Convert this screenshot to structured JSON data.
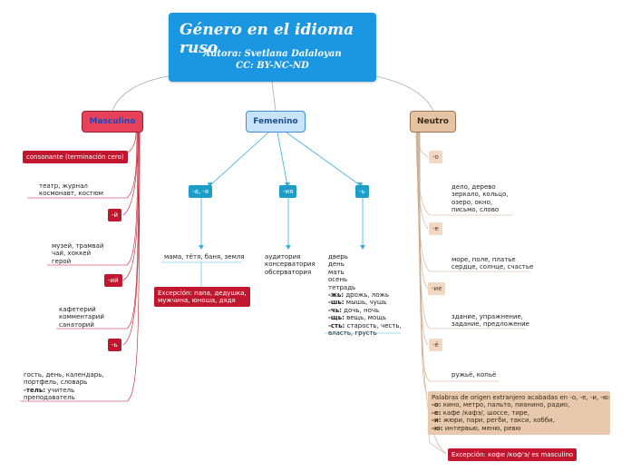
{
  "root": {
    "title": "Género en el idioma ruso",
    "author": "Autora: Svetlana Dalaloyan",
    "license": "CC: BY-NC-ND"
  },
  "masculino": {
    "label": "Masculino",
    "consonante": "consonante (terminación cero)",
    "consonante_examples": [
      "театр, журнал",
      "космонавт, костюм"
    ],
    "tag_i": "-й",
    "i_examples": [
      "музей, трамвай",
      "чай, хоккей",
      "герой"
    ],
    "tag_ii": "-ий",
    "ii_examples": [
      "кафетерий",
      "комментарий",
      "санаторий"
    ],
    "tag_soft": "-ь",
    "soft_examples": [
      "гость, день, календарь,",
      "портфель, словарь"
    ],
    "soft_tel_prefix": "-тель:",
    "soft_tel_rest": " учитель",
    "soft_tel_last": "преподаватель"
  },
  "femenino": {
    "label": "Femenino",
    "tag_a": "-а, -я",
    "a_examples": "мама, тётя, баня, земля",
    "a_exception": [
      "Excepción: папа, дедушка,",
      "мужчина, юноша, дядя"
    ],
    "tag_iya": "-ия",
    "iya_examples": [
      "аудитория",
      "консерватория",
      "обсерватория"
    ],
    "tag_soft": "-ь",
    "soft_examples": [
      "дверь",
      "день",
      "мать",
      "осень",
      "тетрадь"
    ],
    "soft_rules": [
      {
        "prefix": "-жь:",
        "rest": " дрожь, ложь"
      },
      {
        "prefix": "-шь:",
        "rest": " мышь, чушь"
      },
      {
        "prefix": "-чь:",
        "rest": " дочь, ночь"
      },
      {
        "prefix": "-щь:",
        "rest": " вещь, мощь"
      },
      {
        "prefix": "-сть:",
        "rest": " старость, честь,"
      }
    ],
    "soft_last": "власть, грусть"
  },
  "neutro": {
    "label": "Neutro",
    "tag_o": "-о",
    "o_examples": [
      "дело, дерево",
      "зеркало, кольцо,",
      "озеро, окно,",
      "письмо, слово"
    ],
    "tag_e": "-е",
    "e_examples": [
      "море, поле, платье",
      "сердце, солнце, счастье"
    ],
    "tag_ie": "-ие",
    "ie_examples": [
      "здание, упражнение,",
      "задание, предложение"
    ],
    "tag_yo": "-ё",
    "yo_examples": "ружьё, копьё",
    "foreign_title": "Palabras de origen extranjero acabadas en -о, -е, -и, -ю:",
    "foreign_rows": [
      {
        "prefix": "-о:",
        "rest": " кино, метро, пальто, пианино, радио,"
      },
      {
        "prefix": "-е:",
        "rest": " кафе /кафэ/, шоссе, тире,"
      },
      {
        "prefix": "-и:",
        "rest": " жюри, пари, регби, такси, хобби,"
      },
      {
        "prefix": "-ю:",
        "rest": " интервью, меню, ревю"
      }
    ],
    "foreign_exception": "Excepción: кофе /коф'э/ es masculino"
  }
}
